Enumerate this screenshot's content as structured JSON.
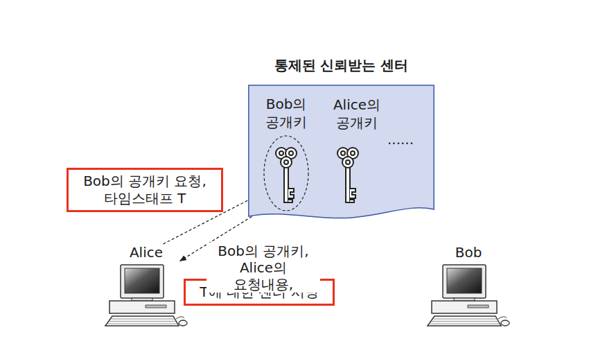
{
  "diagram": {
    "nodes": [
      {
        "text": [
          "통제된 신뢰받는 센터"
        ]
      },
      {
        "text": [
          "Bob의 공개키"
        ],
        "in": 0
      },
      {
        "text": [
          "Bob의 공개키 요청, 타임스태프 T"
        ]
      },
      {
        "text": [
          "Alice"
        ]
      },
      {
        "text": [
          "T에 대한 센터 서명"
        ]
      },
      {
        "text": [
          "Bob"
        ]
      }
    ],
    "edges": [
      {
        "from": 3,
        "to": 1,
        "arrow": "to"
      },
      {
        "from": 1,
        "to": 3,
        "arrow": "to",
        "label": "Bob의 공개키, Alice의 요청내용,"
      }
    ],
    "labels": [
      "Alice의 공개키",
      "......"
    ]
  }
}
